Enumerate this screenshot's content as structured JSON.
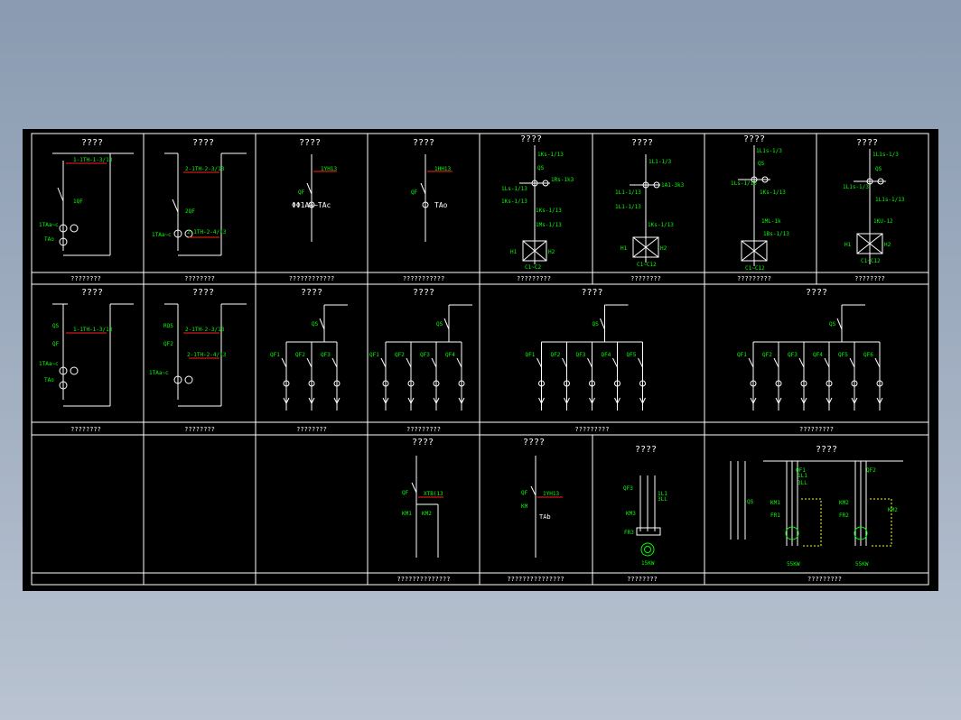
{
  "cells": {
    "r1": [
      {
        "title": "????",
        "footer": "????????",
        "labels": [
          "1-1TH-1-3/13",
          "1QF",
          "1TAa~c",
          "TAo"
        ]
      },
      {
        "title": "????",
        "footer": "????????",
        "labels": [
          "2-1TH-2-3/13",
          "2QF",
          "1TAa~c",
          "2-1TH-2-4/13"
        ]
      },
      {
        "title": "????",
        "footer": "????????????",
        "labels": [
          "1YH13",
          "QF",
          "ΦΦ1Aa~TAc"
        ]
      },
      {
        "title": "????",
        "footer": "???????????",
        "labels": [
          "1HH13",
          "QF",
          "TAo"
        ]
      },
      {
        "title": "????",
        "footer": "?????????",
        "labels": [
          "1Ks-1/13",
          "QS",
          "1Rs-1k3",
          "1Ls-1/13",
          "1Ks-1/13",
          "1Ks-1/13",
          "1Ms-1/13",
          "H1",
          "H2",
          "C1~C2"
        ]
      },
      {
        "title": "????",
        "footer": "????????",
        "labels": [
          "1L1-1/3",
          "1A1-3k3",
          "1L1-1/13",
          "1L1-1/13",
          "1Ks-1/13",
          "H1",
          "H2",
          "C1~C12"
        ]
      },
      {
        "title": "????",
        "footer": "?????????",
        "labels": [
          "1L1s-1/3",
          "QS",
          "1Ls-1/13",
          "1Ks-1/13",
          "1ML-1k",
          "1Bs-1/13",
          "C1~C12"
        ]
      },
      {
        "title": "????",
        "footer": "????????",
        "labels": [
          "1L1s-1/3",
          "QS",
          "1L1s-1/3",
          "1L1s-1/13",
          "1KU-12",
          "H1",
          "H2",
          "C1~C12"
        ]
      }
    ],
    "r2": [
      {
        "title": "????",
        "footer": "????????",
        "labels": [
          "QS",
          "QF",
          "1-1TH-1-3/13",
          "1TAa~c",
          "TAo"
        ]
      },
      {
        "title": "????",
        "footer": "????????",
        "labels": [
          "RQS",
          "QF2",
          "2-1TH-2-3/13",
          "1TAa~c",
          "2-1TH-2-4/13"
        ]
      },
      {
        "title": "????",
        "footer": "????????",
        "labels": [
          "QS",
          "QF1",
          "QF2",
          "QF3"
        ]
      },
      {
        "title": "????",
        "footer": "?????????",
        "labels": [
          "QS",
          "QF1",
          "QF2",
          "QF3",
          "QF4"
        ]
      },
      {
        "title": "????",
        "footer": "?????????",
        "labels": [
          "QS",
          "QF1",
          "QF2",
          "QF3",
          "QF4",
          "QF5"
        ]
      },
      {
        "title": "????",
        "footer": "?????????",
        "labels": [
          "QS",
          "QF1",
          "QF2",
          "QF3",
          "QF4",
          "QF5",
          "QF6"
        ]
      }
    ],
    "r3": [
      {
        "title": "????",
        "footer": "??????????????",
        "labels": [
          "QF",
          "XTB(13",
          "KM1",
          "KM2"
        ]
      },
      {
        "title": "????",
        "footer": "???????????????",
        "labels": [
          "QF",
          "1YH13",
          "KM",
          "TAb"
        ]
      },
      {
        "title": "????",
        "footer": "????????",
        "labels": [
          "QF3",
          "KM3",
          "FR3",
          "1L1",
          "3LL",
          "15KW"
        ]
      },
      {
        "title": "????",
        "footer": "?????????",
        "labels": [
          "QS",
          "QF1",
          "1L1",
          "3LL",
          "KM1",
          "FR1",
          "QF2",
          "KM2",
          "FR2",
          "KM2",
          "55KW",
          "55KW"
        ]
      }
    ]
  }
}
